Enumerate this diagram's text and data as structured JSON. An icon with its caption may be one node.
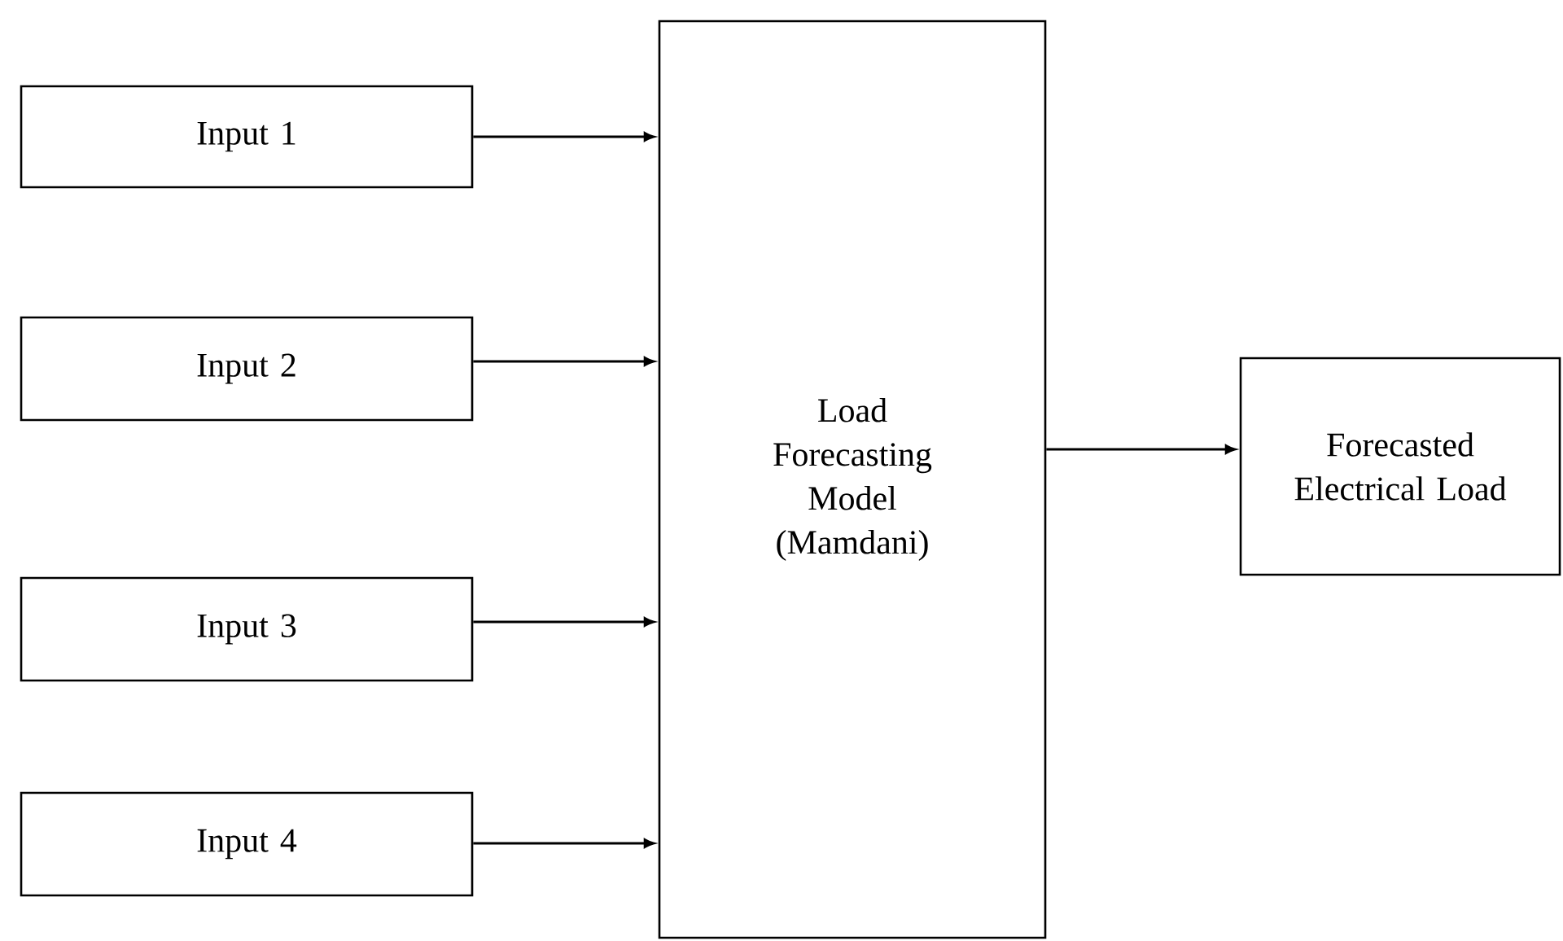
{
  "diagram": {
    "nodes": [
      {
        "text": [
          "Input 1"
        ]
      },
      {
        "text": [
          "Input 2"
        ]
      },
      {
        "text": [
          "Input 3"
        ]
      },
      {
        "text": [
          "Input 4"
        ]
      },
      {
        "text": [
          "Load Forecasting Model (Mamdani)"
        ]
      },
      {
        "text": [
          "Forecasted Electrical Load"
        ]
      }
    ],
    "edges": [
      {
        "from": 0,
        "to": 4,
        "arrow": "to"
      },
      {
        "from": 1,
        "to": 4,
        "arrow": "to"
      },
      {
        "from": 2,
        "to": 4,
        "arrow": "to"
      },
      {
        "from": 3,
        "to": 4,
        "arrow": "to"
      },
      {
        "from": 4,
        "to": 5,
        "arrow": "to"
      }
    ]
  }
}
